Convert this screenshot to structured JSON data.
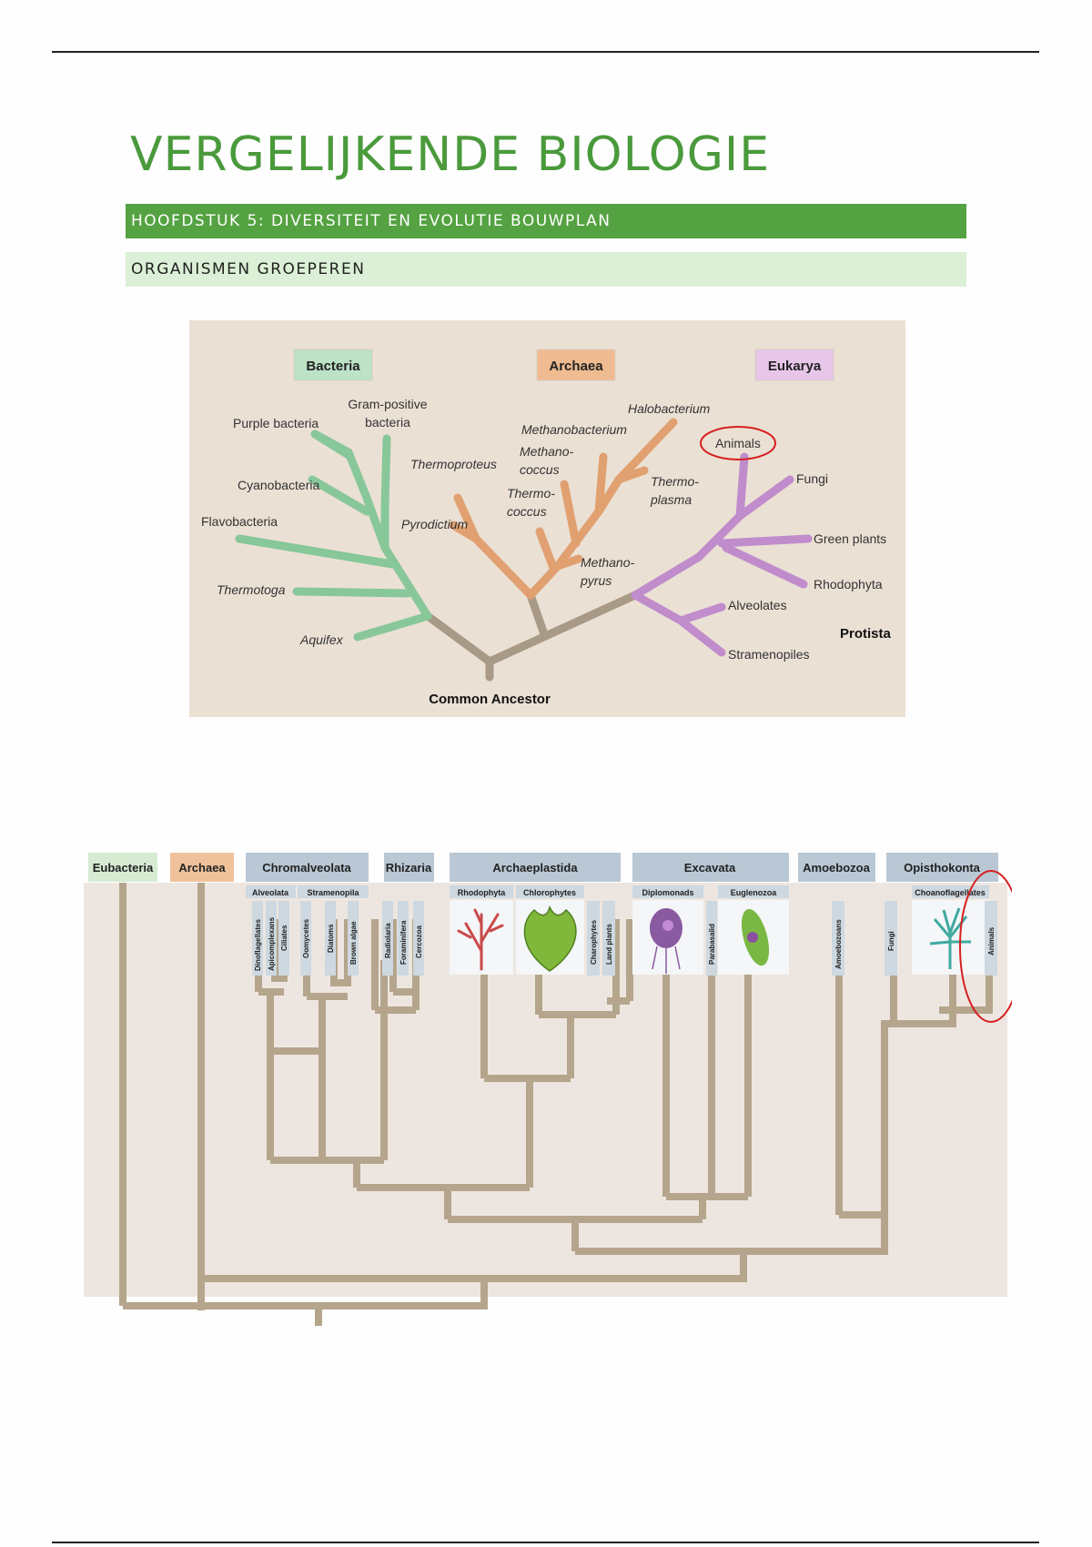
{
  "document": {
    "title": "VERGELIJKENDE BIOLOGIE",
    "chapter": "HOOFDSTUK 5: DIVERSITEIT EN EVOLUTIE BOUWPLAN",
    "section": "ORGANISMEN GROEPEREN"
  },
  "figure1": {
    "domains": [
      "Bacteria",
      "Archaea",
      "Eukarya"
    ],
    "bacteria": [
      "Purple bacteria",
      "Gram-positive",
      "bacteria",
      "Cyanobacteria",
      "Flavobacteria",
      "Thermotoga",
      "Aquifex"
    ],
    "archaea": [
      "Halobacterium",
      "Methanobacterium",
      "Methano-",
      "coccus",
      "Thermoproteus",
      "Thermo-",
      "coccus",
      "Pyrodictium",
      "Thermo-",
      "plasma",
      "Methano-",
      "pyrus"
    ],
    "eukarya": [
      "Animals",
      "Fungi",
      "Green plants",
      "Rhodophyta",
      "Alveolates",
      "Stramenopiles"
    ],
    "protista": "Protista",
    "root": "Common Ancestor",
    "colors": {
      "bacteria": "#88c79a",
      "archaea": "#e0a070",
      "eukarya": "#c08ccc",
      "trunk": "#a89a86",
      "background": "#ebe0d4",
      "highlight": "#d62020"
    }
  },
  "figure2": {
    "groups": [
      "Eubacteria",
      "Archaea",
      "Chromalveolata",
      "Rhizaria",
      "Archaeplastida",
      "Excavata",
      "Amoebozoa",
      "Opisthokonta"
    ],
    "subgroups": [
      "Alveolata",
      "Stramenopila",
      "Rhodophyta",
      "Chlorophytes",
      "Diplomonads",
      "Euglenozoa",
      "Choanoflagellates"
    ],
    "taxa": [
      "Dinoflagellates",
      "Apicomplexans",
      "Ciliates",
      "Oomycetes",
      "Diatoms",
      "Brown algae",
      "Radiolaria",
      "Foraminifera",
      "Cercozoa",
      "Charophytes",
      "Land plants",
      "Parabasalid",
      "Amoebozoans",
      "Fungi",
      "Animals"
    ],
    "colors": {
      "eubacteria": "#d6ebd2",
      "archaea": "#efc29c",
      "eukarya_header": "#b9c8d4",
      "branch": "#b5a58c",
      "background": "#ede6e0"
    }
  }
}
